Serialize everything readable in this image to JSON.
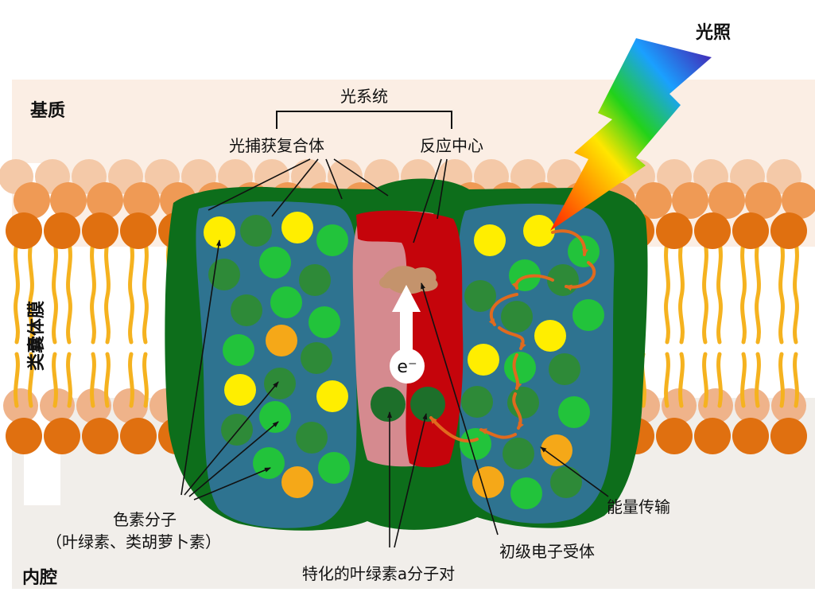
{
  "labels": {
    "light": "光照",
    "stroma": "基质",
    "lumen": "内腔",
    "thylakoid_membrane": "类囊体膜",
    "photosystem": "光系统",
    "light_harvesting_complex": "光捕获复合体",
    "reaction_center": "反应中心",
    "electron": "e⁻",
    "pigment_molecules": "色素分子",
    "pigment_examples": "（叶绿素、类胡萝卜素）",
    "special_pair": "特化的叶绿素a分子对",
    "primary_electron_acceptor": "初级电子受体",
    "energy_transfer": "能量传输"
  },
  "colors": {
    "stroma_band": "#fbeee4",
    "lumen_band": "#f1eeea",
    "lipid_head": "#e07010",
    "lipid_tail": "#f5b21f",
    "protein_outer": "#0d6e1b",
    "protein_inner": "#2e7390",
    "reaction_center_light": "#d58a8f",
    "reaction_center_dark": "#c5040b",
    "chlorophyll_bright": "#22c33b",
    "chlorophyll_dark": "#2e8a38",
    "xanthophyll_yellow": "#ffee00",
    "carotene_orange": "#f5a818",
    "energy_arrow": "#e06a1e"
  }
}
